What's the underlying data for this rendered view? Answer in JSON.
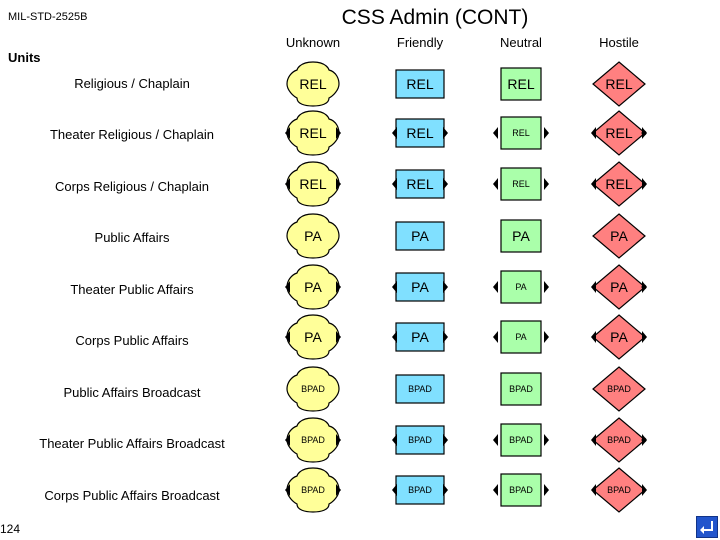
{
  "header": {
    "standard": "MIL-STD-2525B",
    "title": "CSS Admin (CONT)",
    "units_label": "Units"
  },
  "columns": [
    "Unknown",
    "Friendly",
    "Neutral",
    "Hostile"
  ],
  "colors": {
    "unknown": "#ffff99",
    "friendly": "#80e0ff",
    "neutral": "#aaffaa",
    "hostile": "#ff8080"
  },
  "rows": [
    {
      "label": "Religious / Chaplain",
      "code": "REL",
      "echelon": "unit"
    },
    {
      "label": "Theater Religious / Chaplain",
      "code": "REL",
      "echelon": "theater"
    },
    {
      "label": "Corps Religious / Chaplain",
      "code": "REL",
      "echelon": "corps"
    },
    {
      "label": "Public Affairs",
      "code": "PA",
      "echelon": "unit"
    },
    {
      "label": "Theater Public Affairs",
      "code": "PA",
      "echelon": "theater"
    },
    {
      "label": "Corps Public Affairs",
      "code": "PA",
      "echelon": "corps"
    },
    {
      "label": "Public Affairs Broadcast",
      "code": "BPAD",
      "echelon": "unit"
    },
    {
      "label": "Theater Public Affairs Broadcast",
      "code": "BPAD",
      "echelon": "theater"
    },
    {
      "label": "Corps Public Affairs Broadcast",
      "code": "BPAD",
      "echelon": "corps"
    }
  ],
  "footer": {
    "page_number": "124",
    "nav_icon": "return-arrow-icon"
  }
}
